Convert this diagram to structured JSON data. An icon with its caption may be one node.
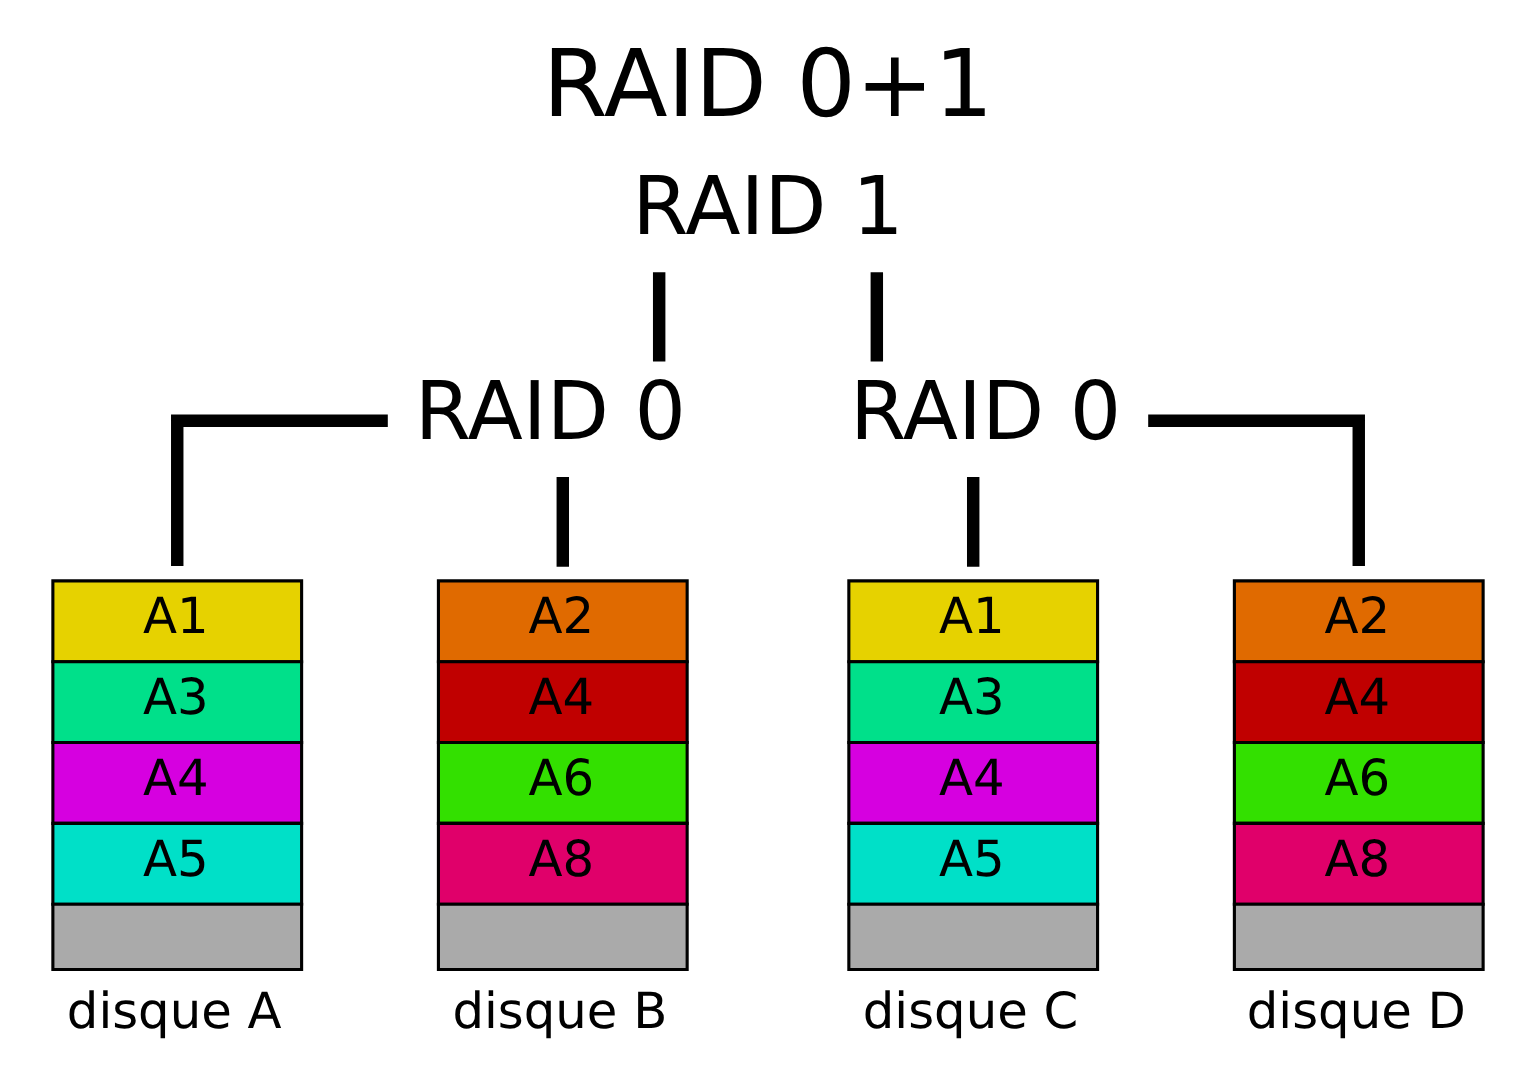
{
  "diagram": {
    "title": "RAID 0+1",
    "nodes": [
      {
        "text": [
          "RAID 1"
        ]
      },
      {
        "text": [
          "RAID 0"
        ]
      },
      {
        "text": [
          "RAID 0"
        ]
      },
      {
        "text": [
          "A1",
          "A3",
          "A4",
          "A5"
        ],
        "beside": [
          "disque A"
        ]
      },
      {
        "text": [
          "A2",
          "A4",
          "A6",
          "A8"
        ],
        "beside": [
          "disque B"
        ]
      },
      {
        "text": [
          "A1",
          "A3",
          "A4",
          "A5"
        ],
        "beside": [
          "disque C"
        ]
      },
      {
        "text": [
          "A2",
          "A4",
          "A6",
          "A8"
        ],
        "beside": [
          "disque D"
        ]
      }
    ],
    "edges": [
      {
        "from": 0,
        "to": 1,
        "arrow": "none"
      },
      {
        "from": 0,
        "to": 2,
        "arrow": "none"
      },
      {
        "from": 1,
        "to": 3,
        "arrow": "none"
      },
      {
        "from": 1,
        "to": 4,
        "arrow": "none"
      },
      {
        "from": 2,
        "to": 5,
        "arrow": "none"
      },
      {
        "from": 2,
        "to": 6,
        "arrow": "none"
      }
    ]
  }
}
